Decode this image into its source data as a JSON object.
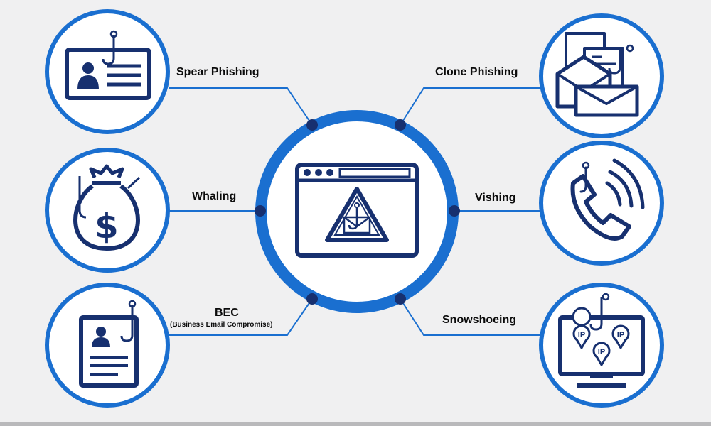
{
  "diagram": {
    "center": {
      "icon": "browser-warning-phishing-icon"
    },
    "nodes": [
      {
        "id": "spear-phishing",
        "label": "Spear Phishing",
        "sublabel": "",
        "icon": "id-card-hook-icon"
      },
      {
        "id": "whaling",
        "label": "Whaling",
        "sublabel": "",
        "icon": "money-bag-hook-icon"
      },
      {
        "id": "bec",
        "label": "BEC",
        "sublabel": "(Business Email Compromise)",
        "icon": "document-profile-hook-icon"
      },
      {
        "id": "clone-phishing",
        "label": "Clone Phishing",
        "sublabel": "",
        "icon": "duplicate-envelope-hook-icon"
      },
      {
        "id": "vishing",
        "label": "Vishing",
        "sublabel": "",
        "icon": "phone-hook-icon"
      },
      {
        "id": "snowshoeing",
        "label": "Snowshoeing",
        "sublabel": "",
        "icon": "monitor-ip-hook-icon"
      }
    ],
    "colors": {
      "accent": "#1a6fd0",
      "dark": "#17306f",
      "background": "#f0f0f1"
    }
  }
}
